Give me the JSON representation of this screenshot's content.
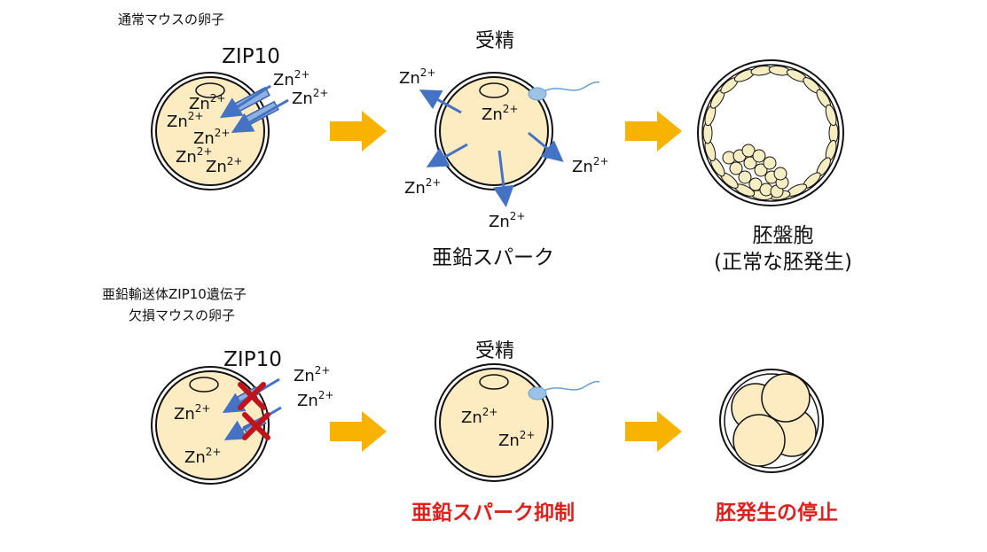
{
  "colors": {
    "cytoplasm": "#fdebc2",
    "arrow_orange": "#f7b300",
    "zn_arrow": "#4472c4",
    "block_x": "#c0141c",
    "emphasis_red": "#e0201b",
    "cell": "#f6edc2"
  },
  "top": {
    "caption": "通常マウスの卵子",
    "transporter": "ZIP10",
    "ion": "Zn",
    "charge": "2+",
    "fertilization": "受精",
    "spark": "亜鉛スパーク",
    "result_title": "胚盤胞",
    "result_sub": "(正常な胚発生)"
  },
  "bottom": {
    "caption_line1": "亜鉛輸送体ZIP10遺伝子",
    "caption_line2": "欠損マウスの卵子",
    "transporter": "ZIP10",
    "fertilization": "受精",
    "spark_suppressed": "亜鉛スパーク抑制",
    "result": "胚発生の停止"
  }
}
